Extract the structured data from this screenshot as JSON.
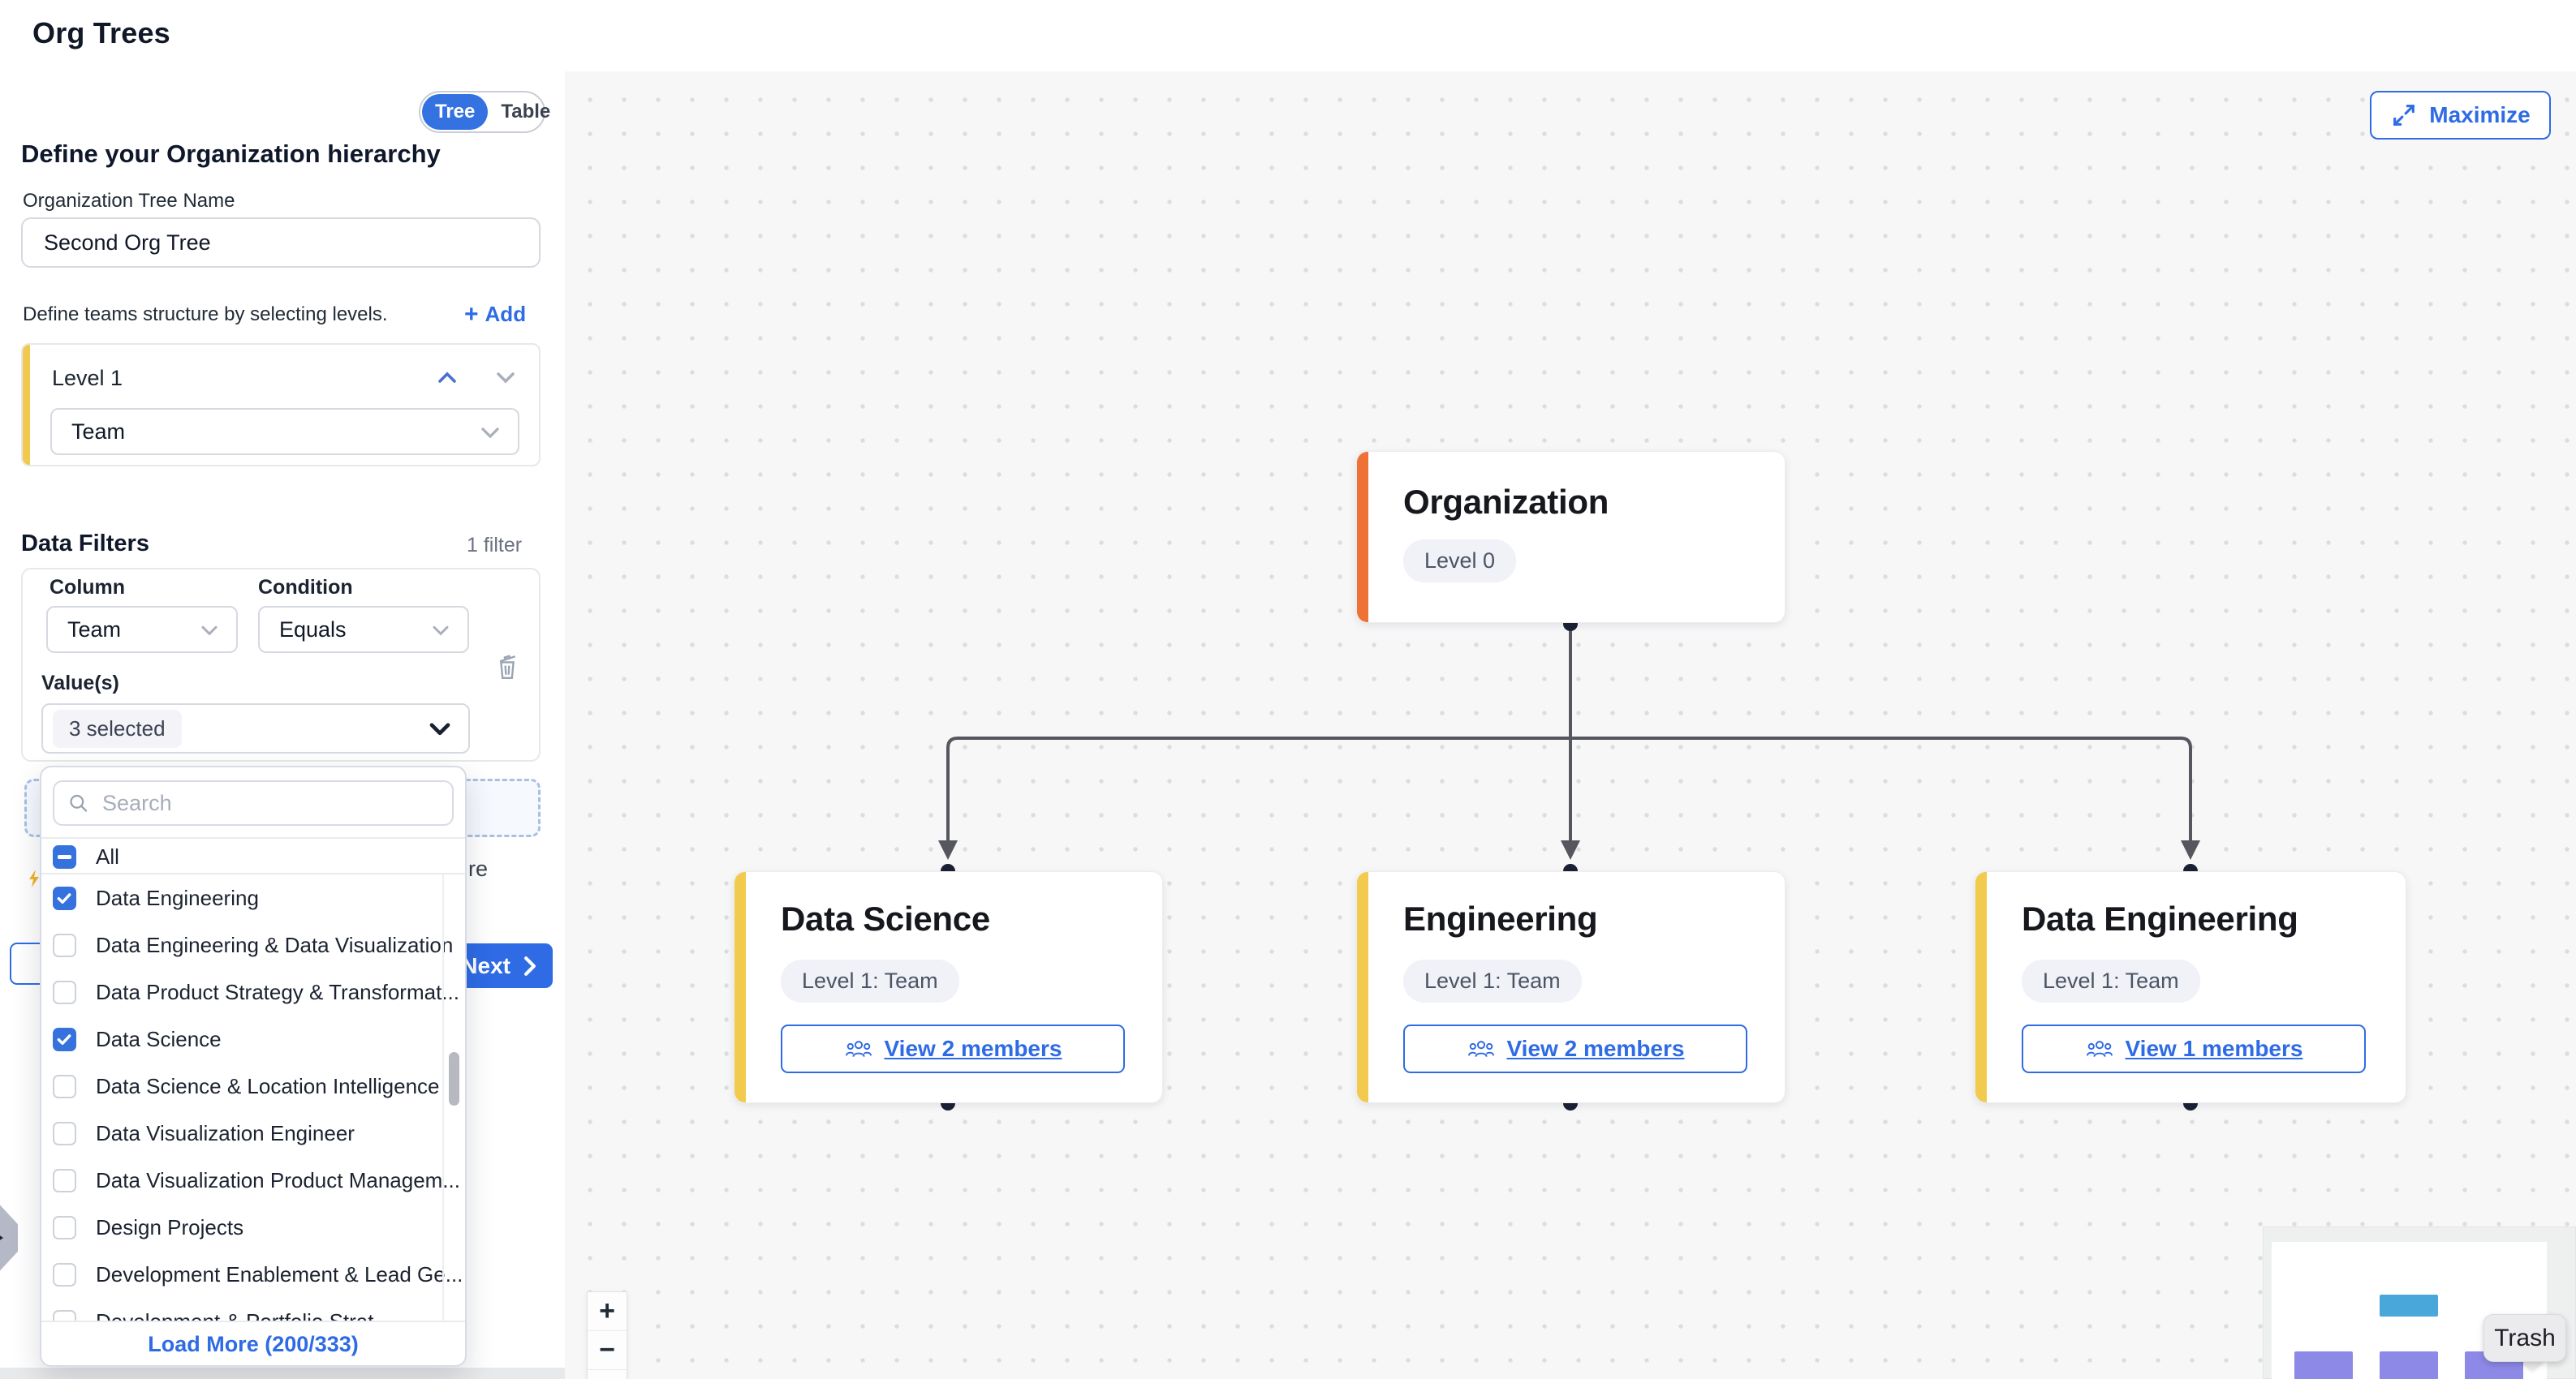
{
  "header": {
    "title": "Org Trees"
  },
  "view_toggle": {
    "tree_label": "Tree",
    "table_label": "Table"
  },
  "sidebar": {
    "heading": "Define your Organization hierarchy",
    "tree_name": {
      "label": "Organization Tree Name",
      "value": "Second Org Tree"
    },
    "levels": {
      "hint": "Define teams structure by selecting levels.",
      "add_label": "Add",
      "plus_glyph": "+",
      "items": [
        {
          "label": "Level 1",
          "selected_value": "Team"
        }
      ]
    },
    "filters": {
      "title": "Data Filters",
      "count_label": "1 filter",
      "column": {
        "label": "Column",
        "value": "Team"
      },
      "condition": {
        "label": "Condition",
        "value": "Equals"
      },
      "values": {
        "label": "Value(s)",
        "selected_label": "3 selected"
      }
    },
    "next_button": {
      "label": "Next",
      "arrow": "›"
    },
    "hidden_text_fragment": "re"
  },
  "dropdown": {
    "search_placeholder": "Search",
    "select_all_label": "All",
    "options": [
      {
        "label": "Data Engineering",
        "checked": true
      },
      {
        "label": "Data Engineering & Data Visualization",
        "checked": false
      },
      {
        "label": "Data Product Strategy & Transformat...",
        "checked": false
      },
      {
        "label": "Data Science",
        "checked": true
      },
      {
        "label": "Data Science & Location Intelligence",
        "checked": false
      },
      {
        "label": "Data Visualization Engineer",
        "checked": false
      },
      {
        "label": "Data Visualization Product Managem...",
        "checked": false
      },
      {
        "label": "Design Projects",
        "checked": false
      },
      {
        "label": "Development Enablement & Lead Ge...",
        "checked": false
      },
      {
        "label": "Development & Portfolio Strat...",
        "checked": false,
        "partial": true
      }
    ],
    "load_more_label": "Load More (200/333)"
  },
  "canvas": {
    "maximize_label": "Maximize",
    "nodes": [
      {
        "title": "Organization",
        "badge": "Level 0"
      },
      {
        "title": "Data Science",
        "badge": "Level 1: Team",
        "members_label": "View 2 members"
      },
      {
        "title": "Engineering",
        "badge": "Level 1: Team",
        "members_label": "View 2 members"
      },
      {
        "title": "Data Engineering",
        "badge": "Level 1: Team",
        "members_label": "View 1 members"
      }
    ],
    "zoom_controls": {
      "zoom_in": "+",
      "zoom_out": "−"
    },
    "tooltip_label": "Trash"
  },
  "colors": {
    "accent_blue": "#2e6be5",
    "toggle_blue": "#3372e0",
    "checkbox_blue": "#3572de",
    "level_yellow": "#f2c94c",
    "root_orange": "#ee7135",
    "edge_gray": "#55565e",
    "minimap_blue": "#49a8d9",
    "minimap_purple": "#8d89e6"
  },
  "icons": [
    "search-icon",
    "plus-icon",
    "chevron-up-icon",
    "chevron-down-icon",
    "trash-icon",
    "maximize-icon",
    "members-icon",
    "check-icon",
    "minus-icon",
    "expand-handle-arrow-icon"
  ]
}
